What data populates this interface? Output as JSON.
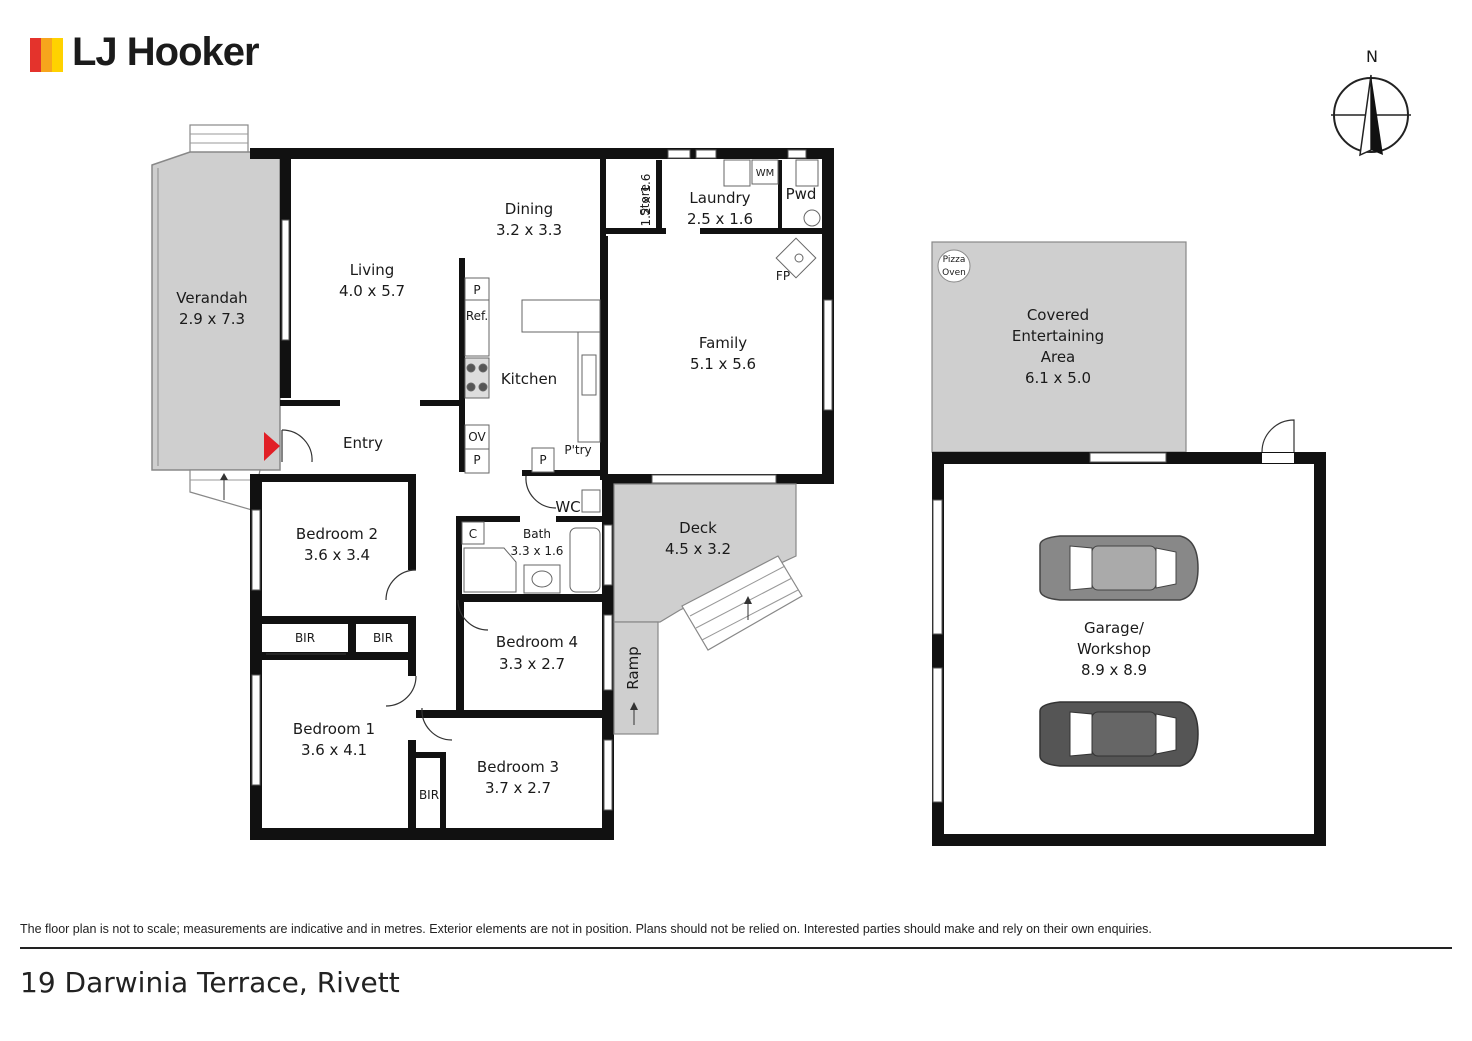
{
  "brand": {
    "name": "LJ Hooker",
    "colors": [
      "#e4332c",
      "#f7a51c",
      "#ffd200"
    ]
  },
  "compass": {
    "label": "N"
  },
  "rooms": {
    "verandah": {
      "name": "Verandah",
      "size": "2.9 x 7.3"
    },
    "living": {
      "name": "Living",
      "size": "4.0 x 5.7"
    },
    "dining": {
      "name": "Dining",
      "size": "3.2 x 3.3"
    },
    "kitchen": {
      "name": "Kitchen"
    },
    "store": {
      "name": "Store",
      "size": "1.2 x 1.6"
    },
    "laundry": {
      "name": "Laundry",
      "size": "2.5 x 1.6"
    },
    "pwd": {
      "name": "Pwd"
    },
    "family": {
      "name": "Family",
      "size": "5.1 x 5.6"
    },
    "entry": {
      "name": "Entry"
    },
    "bedroom2": {
      "name": "Bedroom 2",
      "size": "3.6 x 3.4"
    },
    "bedroom1": {
      "name": "Bedroom 1",
      "size": "3.6 x 4.1"
    },
    "bedroom3": {
      "name": "Bedroom 3",
      "size": "3.7 x 2.7"
    },
    "bedroom4": {
      "name": "Bedroom 4",
      "size": "3.3 x 2.7"
    },
    "bath": {
      "name": "Bath",
      "size": "3.3 x 1.6"
    },
    "wc": {
      "name": "WC"
    },
    "deck": {
      "name": "Deck",
      "size": "4.5 x 3.2"
    },
    "ramp": {
      "name": "Ramp"
    },
    "covered": {
      "line1": "Covered",
      "line2": "Entertaining",
      "line3": "Area",
      "size": "6.1 x 5.0"
    },
    "garage": {
      "line1": "Garage/",
      "line2": "Workshop",
      "size": "8.9 x 8.9"
    }
  },
  "fixtures": {
    "p_upper": "P",
    "ref": "Ref.",
    "ov": "OV",
    "p_lower": "P",
    "p_pantry": "P",
    "pantry": "P'try",
    "wm": "WM",
    "fp": "FP",
    "bir_left": "BIR",
    "bir_right": "BIR",
    "bir_bed3": "BIR",
    "c": "C",
    "pizza1": "Pizza",
    "pizza2": "Oven"
  },
  "disclaimer": "The floor plan is not to scale; measurements are indicative and in metres. Exterior elements are not in position. Plans should not be relied on. Interested parties should make and rely on their own enquiries.",
  "address": "19 Darwinia Terrace, Rivett"
}
